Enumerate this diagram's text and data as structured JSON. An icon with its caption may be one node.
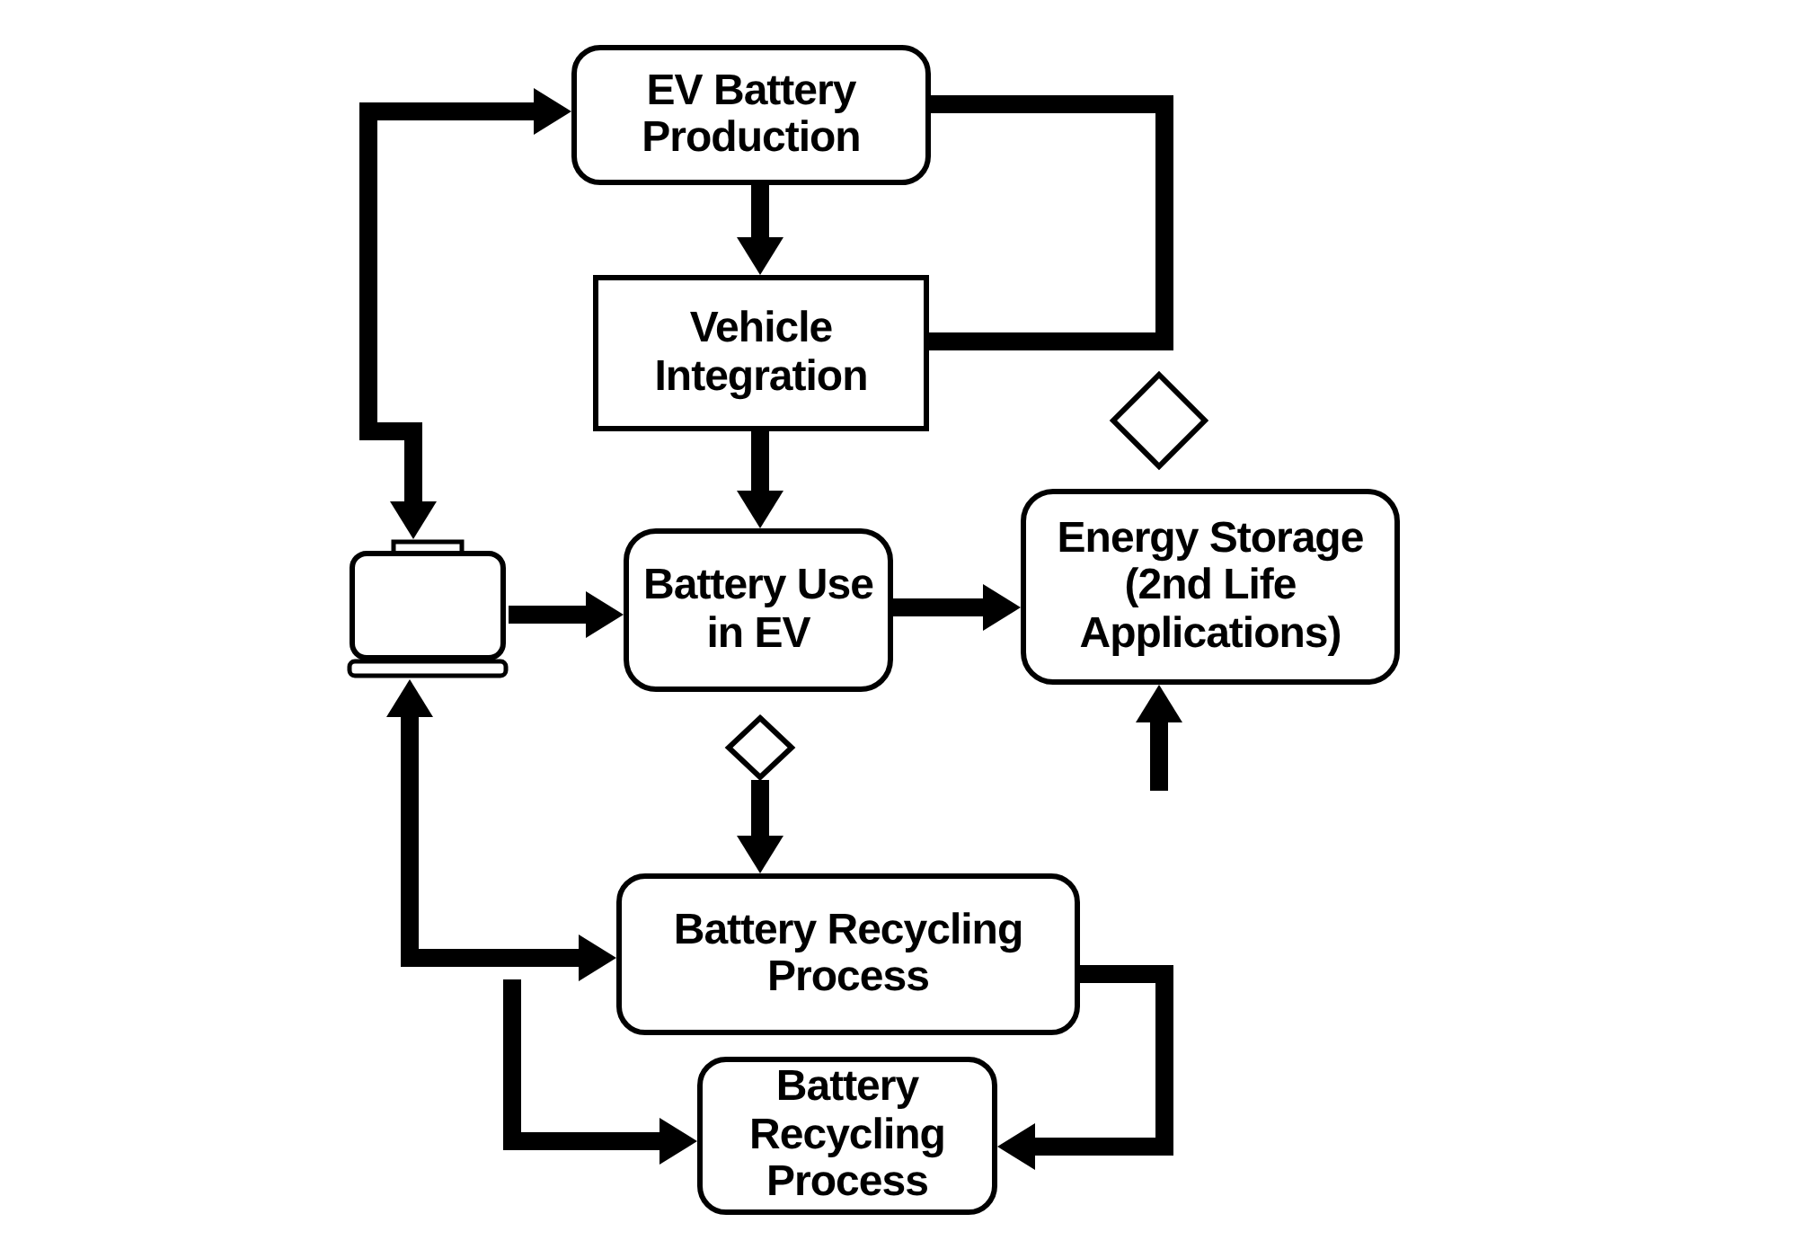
{
  "diagram": {
    "nodes": [
      {
        "text": [
          "EV Battery Production"
        ]
      },
      {
        "text": [
          "Vehicle Integration"
        ]
      },
      {
        "text": [],
        "shape": "battery"
      },
      {
        "text": [
          "Battery Use in EV"
        ]
      },
      {
        "text": [
          "Energy Storage (2nd Life Applications)"
        ]
      },
      {
        "text": [],
        "shape": "diamond"
      },
      {
        "text": [],
        "shape": "diamond"
      },
      {
        "text": [
          "Battery Recycling Process"
        ]
      },
      {
        "text": [
          "Battery Recycling Process"
        ]
      }
    ],
    "edges": [
      {
        "from": 0,
        "to": 1,
        "arrow": "to"
      },
      {
        "from": 1,
        "to": 3,
        "arrow": "to"
      },
      {
        "from": 2,
        "to": 3,
        "arrow": "to"
      },
      {
        "from": 3,
        "to": 4,
        "arrow": "to"
      },
      {
        "from": 0,
        "to": 1,
        "arrow": "none"
      },
      {
        "from": 0,
        "to": 2,
        "arrow": "both"
      },
      {
        "from": 2,
        "to": 7,
        "arrow": "both"
      },
      {
        "from": null,
        "to": 8,
        "arrow": "to"
      },
      {
        "from": 7,
        "to": 8,
        "arrow": "to"
      },
      {
        "from": null,
        "to": 4,
        "arrow": "to"
      },
      {
        "from": 6,
        "to": 7,
        "arrow": "to"
      }
    ]
  }
}
